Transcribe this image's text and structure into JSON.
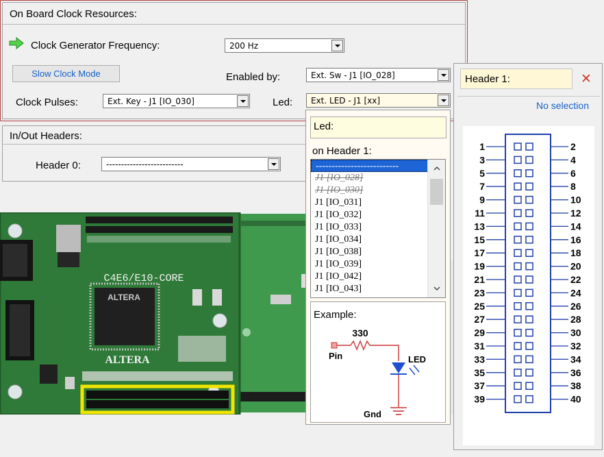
{
  "clock": {
    "title": "On Board Clock Resources:",
    "generator_label": "Clock Generator Frequency:",
    "generator_value": "200 Hz",
    "slow_mode_label": "Slow Clock Mode",
    "enabled_by_label": "Enabled by:",
    "enabled_by_value": "Ext. Sw - J1 [IO_028]",
    "pulses_label": "Clock Pulses:",
    "pulses_value": "Ext. Key - J1 [IO_030]",
    "led_label": "Led:",
    "led_value": "Ext. LED - J1 [xx]"
  },
  "io": {
    "title": "In/Out Headers:",
    "header0_label": "Header 0:",
    "header0_value": "--------------------------"
  },
  "board": {
    "board_name": "C4E6/E10-CORE",
    "chip_brand": "ALTERA"
  },
  "popup": {
    "field_label": "Led:",
    "on_header_label": "on Header 1:",
    "list_items": [
      {
        "text": "--------------------------",
        "state": "selected"
      },
      {
        "text": "J1 [IO_028]",
        "state": "used"
      },
      {
        "text": "J1 [IO_030]",
        "state": "used"
      },
      {
        "text": "J1 [IO_031]",
        "state": "free"
      },
      {
        "text": "J1 [IO_032]",
        "state": "free"
      },
      {
        "text": "J1 [IO_033]",
        "state": "free"
      },
      {
        "text": "J1 [IO_034]",
        "state": "free"
      },
      {
        "text": "J1 [IO_038]",
        "state": "free"
      },
      {
        "text": "J1 [IO_039]",
        "state": "free"
      },
      {
        "text": "J1 [IO_042]",
        "state": "free"
      },
      {
        "text": "J1 [IO_043]",
        "state": "free"
      }
    ],
    "example": {
      "label": "Example:",
      "resistor": "330",
      "pin": "Pin",
      "led": "LED",
      "gnd": "Gnd"
    }
  },
  "header1": {
    "title": "Header 1:",
    "close_glyph": "✕",
    "no_selection": "No selection",
    "pin_rows": [
      {
        "left": "1",
        "right": "2"
      },
      {
        "left": "3",
        "right": "4"
      },
      {
        "left": "5",
        "right": "6"
      },
      {
        "left": "7",
        "right": "8"
      },
      {
        "left": "9",
        "right": "10"
      },
      {
        "left": "11",
        "right": "12"
      },
      {
        "left": "13",
        "right": "14"
      },
      {
        "left": "15",
        "right": "16"
      },
      {
        "left": "17",
        "right": "18"
      },
      {
        "left": "19",
        "right": "20"
      },
      {
        "left": "21",
        "right": "22"
      },
      {
        "left": "23",
        "right": "24"
      },
      {
        "left": "25",
        "right": "26"
      },
      {
        "left": "27",
        "right": "28"
      },
      {
        "left": "29",
        "right": "30"
      },
      {
        "left": "31",
        "right": "32"
      },
      {
        "left": "33",
        "right": "34"
      },
      {
        "left": "35",
        "right": "36"
      },
      {
        "left": "37",
        "right": "38"
      },
      {
        "left": "39",
        "right": "40"
      }
    ]
  },
  "colors": {
    "accent_red": "#b0413e",
    "link_blue": "#1560c8",
    "selection_blue": "#1d64d6",
    "pcb_green": "#2f7a38",
    "header_highlight": "#f2e600",
    "pin_red": "#d0392b",
    "pinout_blue": "#1f3fa8"
  },
  "icons": {
    "generator": "green-arrow-icon",
    "close": "close-icon",
    "dropdown": "chevron-down-icon"
  }
}
